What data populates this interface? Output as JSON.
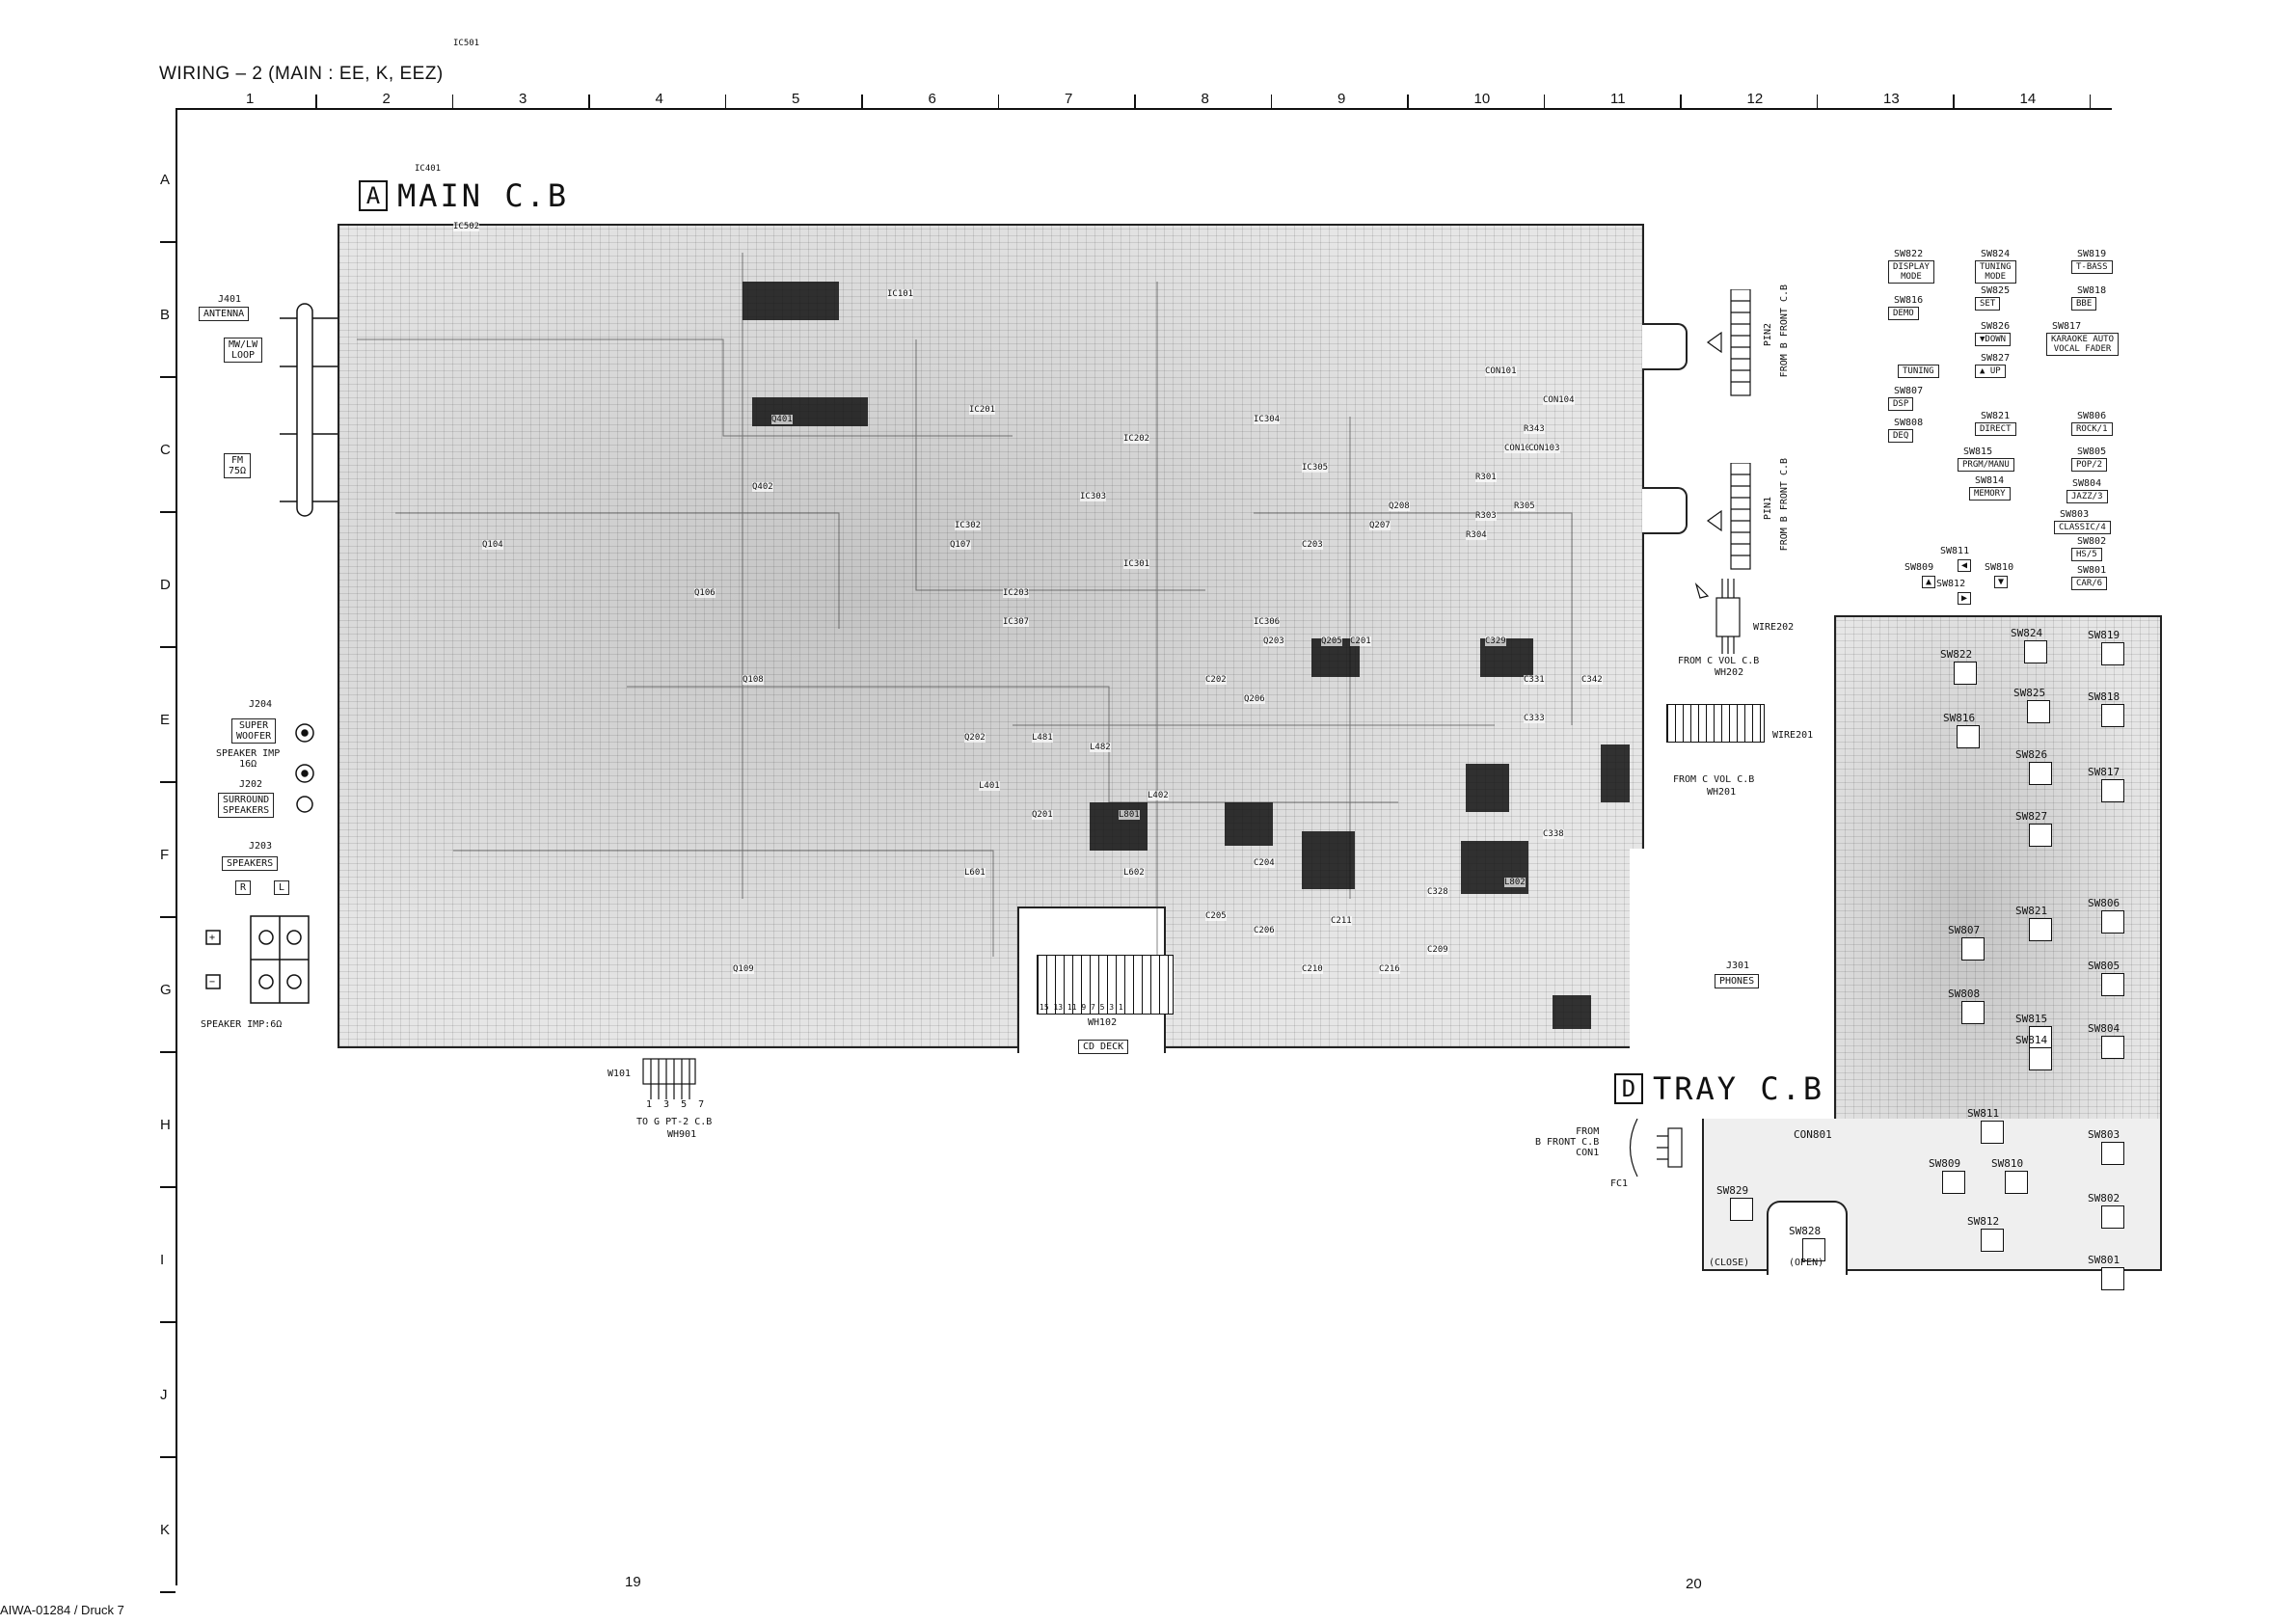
{
  "title": "WIRING – 2 (MAIN : EE, K, EEZ)",
  "footer": {
    "doc_id": "AIWA-01284 / Druck 7",
    "page_left": "19",
    "page_right": "20"
  },
  "grid": {
    "columns": [
      "1",
      "2",
      "3",
      "4",
      "5",
      "6",
      "7",
      "8",
      "9",
      "10",
      "11",
      "12",
      "13",
      "14"
    ],
    "rows": [
      "A",
      "B",
      "C",
      "D",
      "E",
      "F",
      "G",
      "H",
      "I",
      "J",
      "K"
    ]
  },
  "main_board": {
    "label_letter": "A",
    "label": "MAIN C.B"
  },
  "tray_board": {
    "label_letter": "D",
    "label": "TRAY C.B"
  },
  "left_labels": {
    "j401": "J401",
    "antenna": "ANTENNA",
    "mwlw": "MW/LW\nLOOP",
    "fm": "FM\n75Ω",
    "j204": "J204",
    "super_woofer": "SUPER\nWOOFER",
    "speaker_imp1": "SPEAKER IMP\n16Ω",
    "j202": "J202",
    "surround": "SURROUND\nSPEAKERS",
    "j203": "J203",
    "speakers": "SPEAKERS",
    "r": "R",
    "l": "L",
    "plus": "+",
    "minus": "−",
    "speaker_imp2": "SPEAKER IMP:6Ω"
  },
  "bottom_labels": {
    "w101": "W101",
    "w101_pins": "1 3 5 7",
    "to_pt2": "TO G PT-2 C.B",
    "wh901": "WH901",
    "wh102_pins": "15 13 11 9 7 5 3 1",
    "wh102": "WH102",
    "cd_deck": "CD DECK"
  },
  "right_labels": {
    "pin2": "PIN2",
    "from_front_b1": "FROM B FRONT C.B",
    "pin1": "PIN1",
    "from_front_b2": "FROM B FRONT C.B",
    "wire202": "WIRE202",
    "from_vol_c1": "FROM C VOL C.B",
    "wh202": "WH202",
    "wire201": "WIRE201",
    "from_vol_c2": "FROM C VOL C.B",
    "wh201": "WH201",
    "j301": "J301",
    "phones": "PHONES",
    "from_front_tray": "FROM\nB FRONT C.B\nCON1",
    "fc1": "FC1",
    "close": "(CLOSE)",
    "open": "(OPEN)"
  },
  "switch_legend": [
    {
      "id": "SW822",
      "label": "DISPLAY\nMODE"
    },
    {
      "id": "SW824",
      "label": "TUNING\nMODE"
    },
    {
      "id": "SW819",
      "label": "T-BASS"
    },
    {
      "id": "SW816",
      "label": "DEMO"
    },
    {
      "id": "SW825",
      "label": "SET"
    },
    {
      "id": "SW818",
      "label": "BBE"
    },
    {
      "id": "SW826",
      "label": "▼DOWN"
    },
    {
      "id": "SW827",
      "label": "▲ UP"
    },
    {
      "id": "",
      "label": "TUNING"
    },
    {
      "id": "SW817",
      "label": "KARAOKE AUTO\nVOCAL FADER"
    },
    {
      "id": "SW807",
      "label": "DSP"
    },
    {
      "id": "SW821",
      "label": "DIRECT"
    },
    {
      "id": "SW806",
      "label": "ROCK/1"
    },
    {
      "id": "SW808",
      "label": "DEQ"
    },
    {
      "id": "SW815",
      "label": "PRGM/MANU"
    },
    {
      "id": "SW805",
      "label": "POP/2"
    },
    {
      "id": "SW814",
      "label": "MEMORY"
    },
    {
      "id": "SW804",
      "label": "JAZZ/3"
    },
    {
      "id": "SW803",
      "label": "CLASSIC/4"
    },
    {
      "id": "SW802",
      "label": "HS/5"
    },
    {
      "id": "SW801",
      "label": "CAR/6"
    }
  ],
  "nav_cluster": {
    "sw811": "SW811",
    "sw809": "SW809",
    "sw810": "SW810",
    "sw812": "SW812"
  },
  "tray_switches": [
    "SW824",
    "SW819",
    "SW822",
    "SW825",
    "SW818",
    "SW816",
    "SW826",
    "SW817",
    "SW827",
    "SW806",
    "SW807",
    "SW821",
    "SW808",
    "SW805",
    "SW815",
    "SW814",
    "SW804",
    "SW811",
    "SW803",
    "SW809",
    "SW810",
    "SW812",
    "SW802",
    "SW829",
    "SW828",
    "SW801",
    "CON801"
  ],
  "board_refs": [
    "IC501",
    "IC401",
    "IC502",
    "IC101",
    "IC201",
    "IC202",
    "IC203",
    "IC301",
    "IC302",
    "IC303",
    "IC304",
    "IC305",
    "IC306",
    "IC307",
    "Q401",
    "Q402",
    "Q104",
    "Q106",
    "Q107",
    "Q108",
    "Q109",
    "Q201",
    "Q202",
    "Q203",
    "Q205",
    "Q206",
    "Q207",
    "Q208",
    "L401",
    "L402",
    "L481",
    "L482",
    "L601",
    "L602",
    "L801",
    "L802",
    "CON101",
    "CON102",
    "CON103",
    "CON104",
    "R301",
    "R303",
    "R304",
    "R305",
    "R343",
    "C201",
    "C202",
    "C203",
    "C204",
    "C205",
    "C206",
    "C209",
    "C210",
    "C211",
    "C216",
    "C328",
    "C329",
    "C331",
    "C333",
    "C338",
    "C342"
  ]
}
